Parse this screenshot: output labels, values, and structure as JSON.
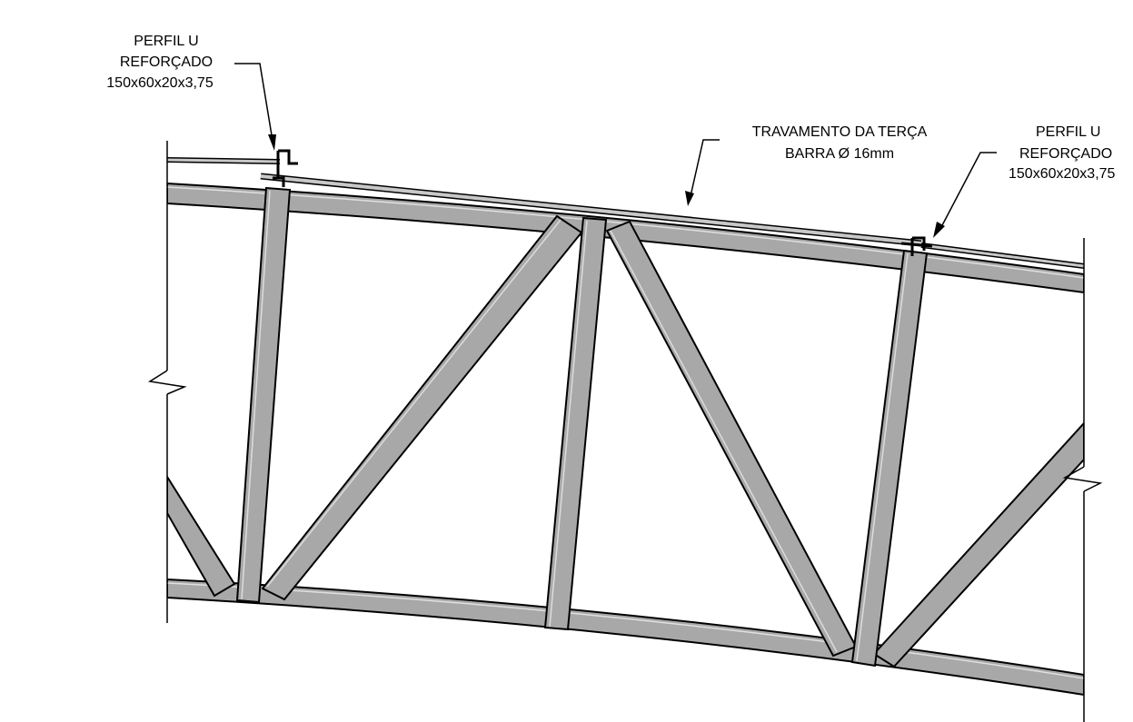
{
  "labels": {
    "left_profile": {
      "line1": "PERFIL U",
      "line2": "REFORÇADO",
      "line3": "150x60x20x3,75"
    },
    "right_profile": {
      "line1": "PERFIL U",
      "line2": "REFORÇADO",
      "line3": "150x60x20x3,75"
    },
    "bracing": {
      "line1": "TRAVAMENTO DA TERÇA",
      "line2": "BARRA Ø 16mm"
    }
  },
  "colors": {
    "steel_fill": "#a8a8a8",
    "steel_edge": "#000000",
    "line": "#000000",
    "background": "#ffffff"
  }
}
